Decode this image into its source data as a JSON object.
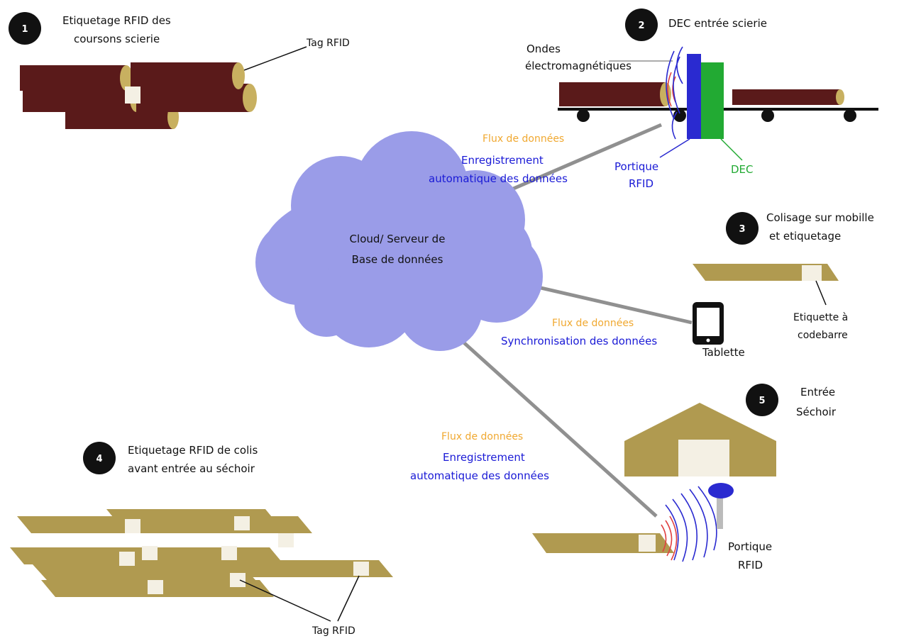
{
  "colors": {
    "log": "#5a1a1a",
    "log_end": "#c8b060",
    "board": "#b09a50",
    "tag": "#f4f0e4",
    "cloud": "#9a9ce8",
    "line": "#909090",
    "portique": "#2a2ad0",
    "dec": "#22aa33",
    "waves_red": "#e04040",
    "waves_blue": "#2a2ad0",
    "flux": "#f0a830",
    "house": "#b09a50"
  },
  "steps": [
    {
      "num": "1",
      "title_lines": [
        "Etiquetage RFID des",
        "coursons scierie"
      ]
    },
    {
      "num": "2",
      "title_lines": [
        "DEC entrée scierie"
      ]
    },
    {
      "num": "3",
      "title_lines": [
        "Colisage sur mobille",
        "et etiquetage"
      ]
    },
    {
      "num": "4",
      "title_lines": [
        "Etiquetage RFID de colis",
        "avant entrée au séchoir"
      ]
    },
    {
      "num": "5",
      "title_lines": [
        "Entrée",
        "Séchoir"
      ]
    }
  ],
  "labels": {
    "tag_rfid_top": "Tag RFID",
    "ondes_1": "Ondes",
    "ondes_2": "électromagnétiques",
    "portique_top_1": "Portique",
    "portique_top_2": "RFID",
    "dec": "DEC",
    "cloud_1": "Cloud/ Serveur de",
    "cloud_2": "Base de données",
    "tablette": "Tablette",
    "etiquette_1": "Etiquette à",
    "etiquette_2": "codebarre",
    "tag_rfid_bottom": "Tag RFID",
    "portique_bottom_1": "Portique",
    "portique_bottom_2": "RFID"
  },
  "links": [
    {
      "flux": "Flux de données",
      "desc_lines": [
        "Enregistrement",
        "automatique des données"
      ]
    },
    {
      "flux": "Flux de données",
      "desc_lines": [
        "Synchronisation des données"
      ]
    },
    {
      "flux": "Flux de données",
      "desc_lines": [
        "Enregistrement",
        "automatique des données"
      ]
    }
  ]
}
